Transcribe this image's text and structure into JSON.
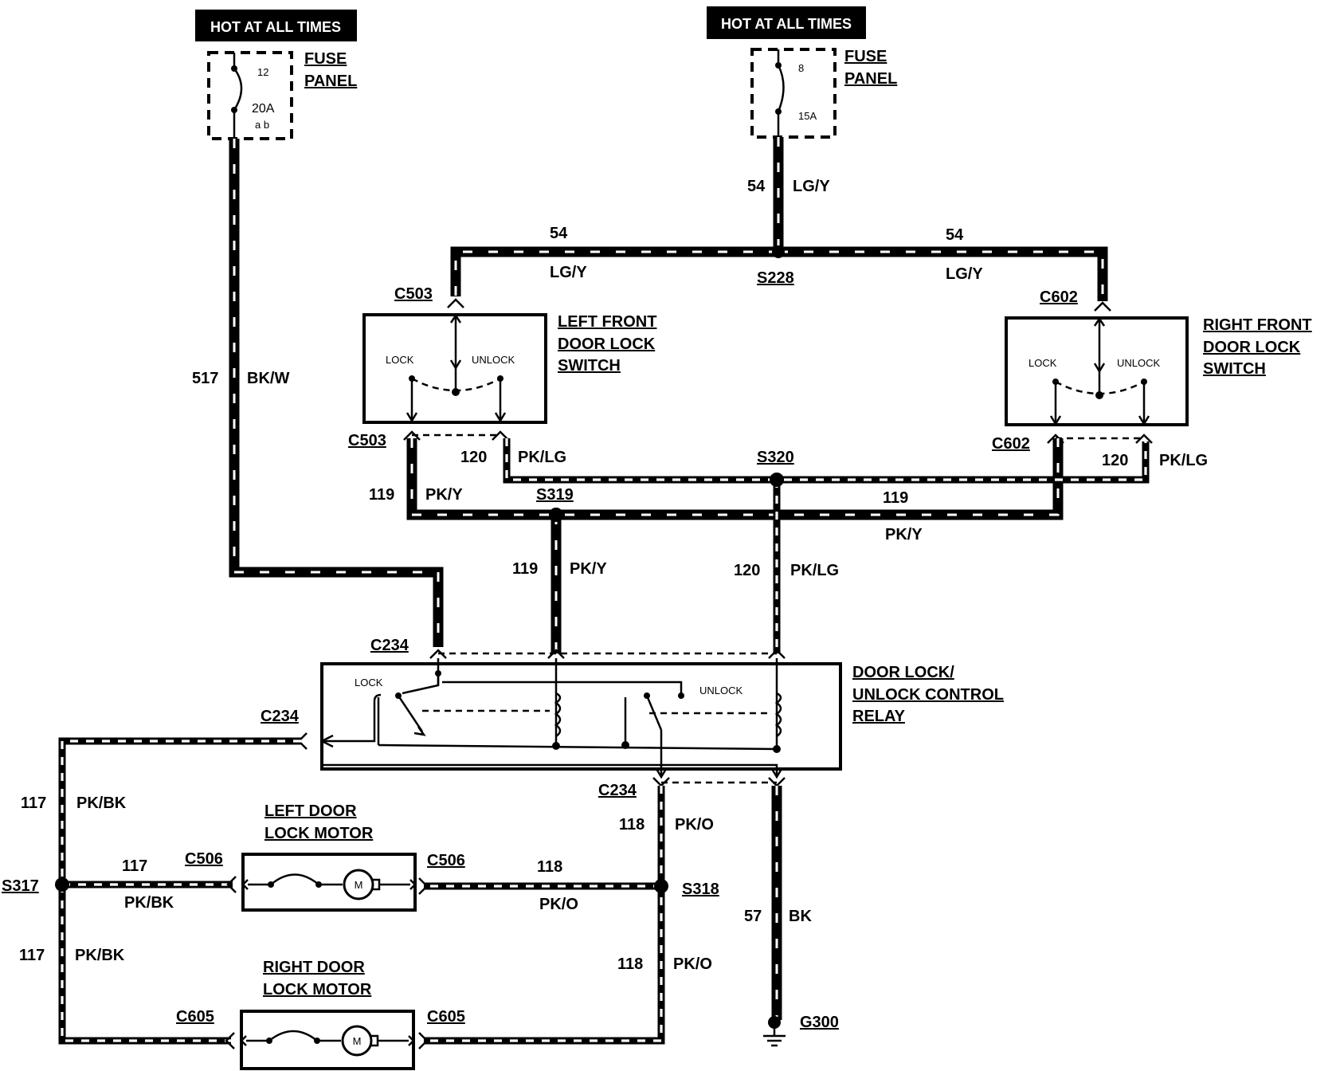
{
  "hot_labels": {
    "left": "HOT AT ALL TIMES",
    "right": "HOT AT ALL TIMES"
  },
  "fuse_panel_left": {
    "label_line1": "FUSE",
    "label_line2": "PANEL",
    "fuse_number": "12",
    "rating": "20A",
    "terminals": "a b"
  },
  "fuse_panel_right": {
    "label_line1": "FUSE",
    "label_line2": "PANEL",
    "fuse_number": "8",
    "rating": "15A"
  },
  "wires": {
    "w517": {
      "circuit": "517",
      "color": "BK/W"
    },
    "w54_feed": {
      "circuit": "54",
      "color": "LG/Y"
    },
    "w54_left": {
      "circuit": "54",
      "color": "LG/Y"
    },
    "w54_right": {
      "circuit": "54",
      "color": "LG/Y"
    },
    "w120_left": {
      "circuit": "120",
      "color": "PK/LG"
    },
    "w120_right": {
      "circuit": "120",
      "color": "PK/LG"
    },
    "w119_left": {
      "circuit": "119",
      "color": "PK/Y"
    },
    "w119_right": {
      "circuit": "119",
      "color": "PK/Y"
    },
    "w119_down": {
      "circuit": "119",
      "color": "PK/Y"
    },
    "w120_down": {
      "circuit": "120",
      "color": "PK/LG"
    },
    "w117_upper": {
      "circuit": "117",
      "color": "PK/BK"
    },
    "w117_mid": {
      "circuit": "117",
      "color": "PK/BK"
    },
    "w117_lower": {
      "circuit": "117",
      "color": "PK/BK"
    },
    "w118_upper": {
      "circuit": "118",
      "color": "PK/O"
    },
    "w118_mid": {
      "circuit": "118",
      "color": "PK/O"
    },
    "w118_lower": {
      "circuit": "118",
      "color": "PK/O"
    },
    "w57": {
      "circuit": "57",
      "color": "BK"
    }
  },
  "splices": {
    "s228": "S228",
    "s320": "S320",
    "s319": "S319",
    "s317": "S317",
    "s318": "S318"
  },
  "connectors": {
    "c503_top": "C503",
    "c503_bot": "C503",
    "c602_top": "C602",
    "c602_bot": "C602",
    "c234_top": "C234",
    "c234_left": "C234",
    "c234_bot": "C234",
    "c506_left": "C506",
    "c506_right": "C506",
    "c605_left": "C605",
    "c605_right": "C605"
  },
  "ground": "G300",
  "left_switch": {
    "line1": "LEFT FRONT",
    "line2": "DOOR LOCK",
    "line3": "SWITCH",
    "lock": "LOCK",
    "unlock": "UNLOCK"
  },
  "right_switch": {
    "line1": "RIGHT FRONT",
    "line2": "DOOR LOCK",
    "line3": "SWITCH",
    "lock": "LOCK",
    "unlock": "UNLOCK"
  },
  "relay": {
    "line1": "DOOR LOCK/",
    "line2": "UNLOCK CONTROL",
    "line3": "RELAY",
    "lock": "LOCK",
    "unlock": "UNLOCK"
  },
  "left_motor": {
    "line1": "LEFT DOOR",
    "line2": "LOCK MOTOR",
    "symbol": "M"
  },
  "right_motor": {
    "line1": "RIGHT DOOR",
    "line2": "LOCK MOTOR",
    "symbol": "M"
  }
}
